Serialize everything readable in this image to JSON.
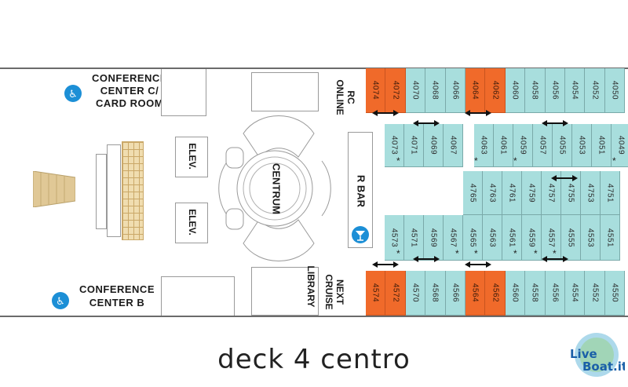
{
  "caption": "deck 4 centro",
  "logo_text": "LiveBoat.it",
  "labels": {
    "conf_c": [
      "CONFERENCE",
      "CENTER C/",
      "CARD ROOM"
    ],
    "conf_b": [
      "CONFERENCE",
      "CENTER B"
    ],
    "elev": "ELEV.",
    "centrum": "CENTRUM",
    "rc_online": [
      "RC",
      "ONLINE"
    ],
    "r_bar": "R BAR",
    "next_cruise": [
      "NEXT",
      "CRUISE"
    ],
    "library": "LIBRARY"
  },
  "cabins_top": [
    "4074",
    "4072",
    "4070",
    "4068",
    "4066",
    "4064",
    "4062",
    "4060",
    "4058",
    "4056",
    "4054",
    "4052",
    "4050"
  ],
  "cabins_inner_top": [
    "4073",
    "4071",
    "4069",
    "4067",
    "4063",
    "4061",
    "4059",
    "4057",
    "4055",
    "4053",
    "4051",
    "4049"
  ],
  "cabins_inner_mid": [
    "4765",
    "4763",
    "4761",
    "4759",
    "4757",
    "4755",
    "4753",
    "4751"
  ],
  "cabins_inner_bottom": [
    "4573",
    "4571",
    "4569",
    "4567",
    "4565",
    "4563",
    "4561",
    "4559",
    "4557",
    "4555",
    "4553",
    "4551"
  ],
  "cabins_bottom": [
    "4574",
    "4572",
    "4570",
    "4568",
    "4566",
    "4564",
    "4562",
    "4560",
    "4558",
    "4556",
    "4554",
    "4552",
    "4550"
  ],
  "colors": {
    "outside": "#f06a2a",
    "cabin": "#a8dedd",
    "icon": "#1c8fd6"
  }
}
